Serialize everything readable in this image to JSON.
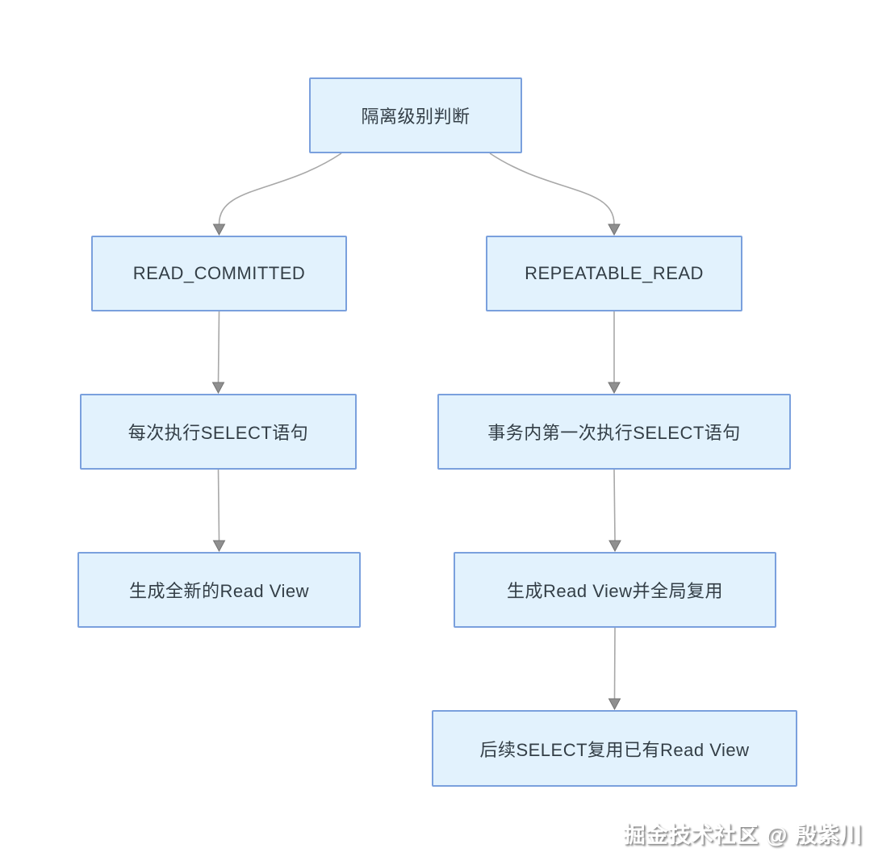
{
  "diagram": {
    "nodes": [
      {
        "id": "n1",
        "label": "隔离级别判断"
      },
      {
        "id": "n2",
        "label": "READ_COMMITTED"
      },
      {
        "id": "n3",
        "label": "REPEATABLE_READ"
      },
      {
        "id": "n4",
        "label": "每次执行SELECT语句"
      },
      {
        "id": "n5",
        "label": "事务内第一次执行SELECT语句"
      },
      {
        "id": "n6",
        "label": "生成全新的Read View"
      },
      {
        "id": "n7",
        "label": "生成Read View并全局复用"
      },
      {
        "id": "n8",
        "label": "后续SELECT复用已有Read View"
      }
    ],
    "edges": [
      {
        "from": "n1",
        "to": "n2",
        "style": "curved"
      },
      {
        "from": "n1",
        "to": "n3",
        "style": "curved"
      },
      {
        "from": "n2",
        "to": "n4",
        "style": "straight"
      },
      {
        "from": "n3",
        "to": "n5",
        "style": "straight"
      },
      {
        "from": "n4",
        "to": "n6",
        "style": "straight"
      },
      {
        "from": "n5",
        "to": "n7",
        "style": "straight"
      },
      {
        "from": "n7",
        "to": "n8",
        "style": "straight"
      }
    ],
    "colors": {
      "node_fill": "#e2f2fd",
      "node_border": "#7aa0dd",
      "node_text": "#333e46",
      "arrow_line": "#a8a8a8",
      "arrowhead_fill": "#8f8f8f",
      "arrowhead_stroke": "#737373"
    }
  },
  "watermark": {
    "text": "掘金技术社区 @ 殷紫川"
  }
}
